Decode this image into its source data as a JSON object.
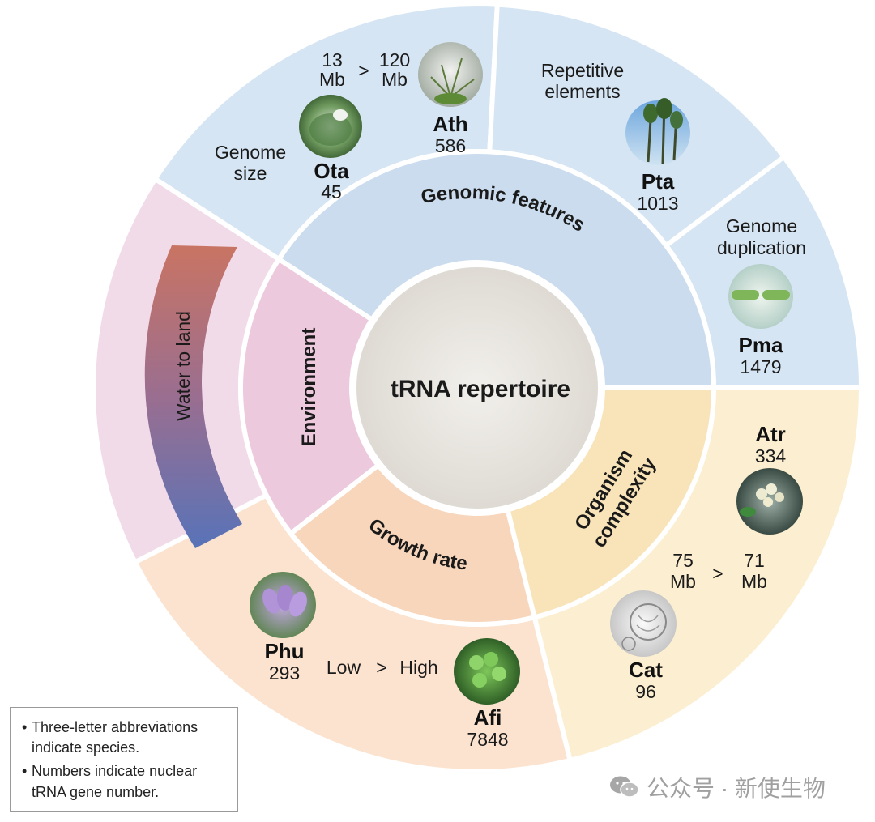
{
  "center": {
    "title": "tRNA repertoire"
  },
  "categories": {
    "genomic": "Genomic features",
    "environment": "Environment",
    "growth": "Growth rate",
    "organism_l1": "Organism",
    "organism_l2": "complexity"
  },
  "segments": {
    "genome_size": {
      "label_l1": "Genome",
      "label_l2": "size",
      "left_size_l1": "13",
      "left_size_l2": "Mb",
      "comparator": ">",
      "right_size_l1": "120",
      "right_size_l2": "Mb",
      "species": [
        {
          "abbr": "Ota",
          "count": "45"
        },
        {
          "abbr": "Ath",
          "count": "586"
        }
      ]
    },
    "repetitive": {
      "label_l1": "Repetitive",
      "label_l2": "elements",
      "species": [
        {
          "abbr": "Pta",
          "count": "1013"
        }
      ]
    },
    "duplication": {
      "label_l1": "Genome",
      "label_l2": "duplication",
      "species": [
        {
          "abbr": "Pma",
          "count": "1479"
        }
      ]
    },
    "complexity": {
      "left_size_l1": "75",
      "left_size_l2": "Mb",
      "comparator": ">",
      "right_size_l1": "71",
      "right_size_l2": "Mb",
      "species": [
        {
          "abbr": "Atr",
          "count": "334"
        },
        {
          "abbr": "Cat",
          "count": "96"
        }
      ]
    },
    "growth": {
      "low": "Low",
      "comparator": ">",
      "high": "High",
      "species": [
        {
          "abbr": "Phu",
          "count": "293"
        },
        {
          "abbr": "Afi",
          "count": "7848"
        }
      ]
    },
    "water": {
      "label": "Water to land"
    }
  },
  "legend": [
    "Three-letter abbreviations indicate species.",
    "Numbers indicate nuclear tRNA gene number."
  ],
  "watermark": "公众号 · 新使生物",
  "colors": {
    "blue": "#d5e5f3",
    "blue_inner": "#cadcee",
    "orange": "#fbe3cf",
    "orange_inner": "#f7d6bb",
    "yellow": "#fcefd1",
    "yellow_inner": "#f8e4b8",
    "pink": "#f2dbe8",
    "pink_inner": "#ecc9dc",
    "center": "#ebe8e3"
  }
}
